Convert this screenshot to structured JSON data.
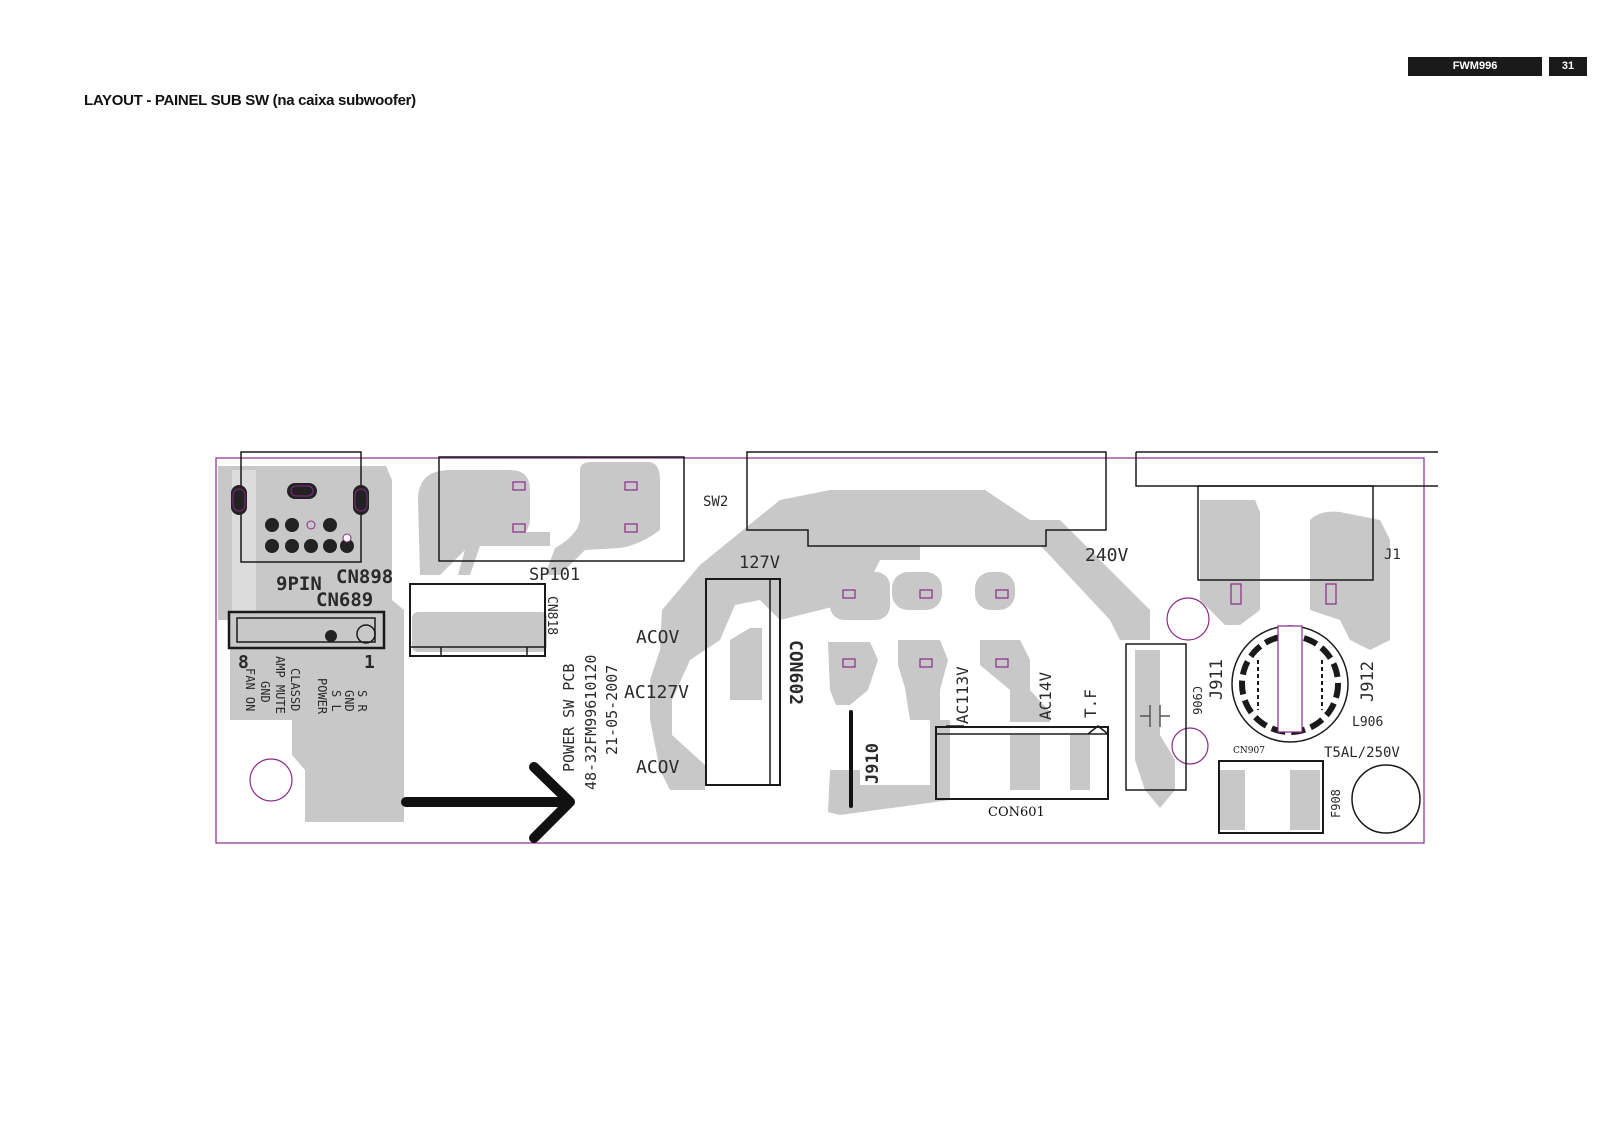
{
  "header": {
    "model": "FWM996",
    "page_number": "31",
    "title": "LAYOUT - PAINEL SUB SW  (na caixa subwoofer)"
  },
  "colors": {
    "copper": "#c8c8c8",
    "outline": "#8a2a8a",
    "silkscreen": "#1a1a1a",
    "header_bg": "#1a1a1a"
  },
  "pcb": {
    "labels": {
      "pin9": "9PIN",
      "cn898": "CN898",
      "cn689": "CN689",
      "pin8": "8",
      "pin1": "1",
      "fan_on": "FAN ON",
      "gnd": "GND",
      "amp_mute": "AMP MUTE",
      "classd": "CLASSD",
      "power": "POWER",
      "s_l": "S L",
      "gnd2": "GND",
      "s_r": "S R",
      "sp101": "SP101",
      "cn818": "CN818",
      "sw2": "SW2",
      "v127": "127V",
      "v240": "240V",
      "j1": "J1",
      "acov_top": "ACOV",
      "ac127v": "AC127V",
      "acov_bottom": "ACOV",
      "pcb_name": "POWER SW PCB",
      "pcb_number": "48-32FM99610120",
      "pcb_date": "21-05-2007",
      "con602": "CON602",
      "j910": "J910",
      "ac113v": "AC113V",
      "ac14v": "AC14V",
      "tf": "T.F",
      "con601": "CON601",
      "c906": "C906",
      "j911": "J911",
      "j912": "J912",
      "l906": "L906",
      "cn907": "CN907",
      "fuse_rating": "T5AL/250V",
      "f908": "F908"
    }
  }
}
